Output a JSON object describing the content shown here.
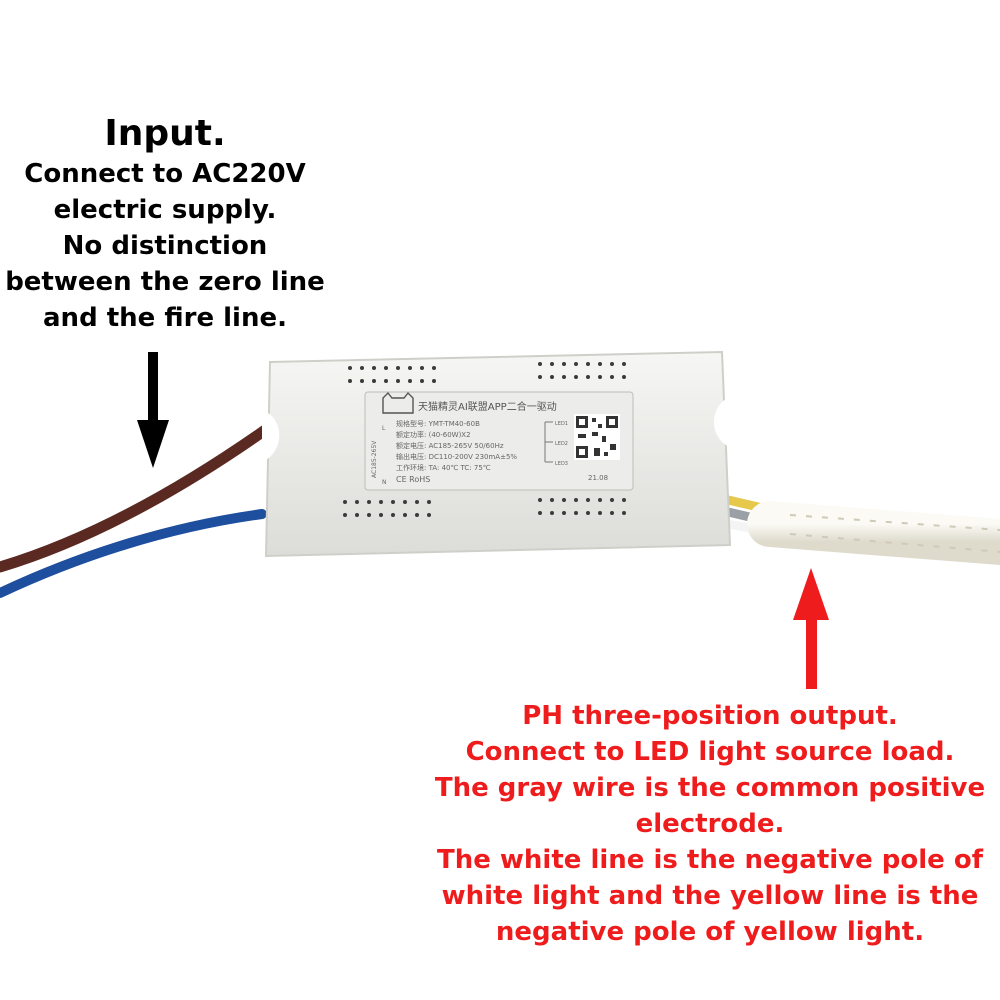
{
  "input_caption": {
    "title": "Input.",
    "lines": [
      "Connect to AC220V",
      "electric supply.",
      "No distinction",
      "between the zero line",
      "and the fire line."
    ]
  },
  "output_caption": {
    "lines": [
      "PH three-position output.",
      "Connect to LED light source load.",
      "The gray wire is the common positive",
      "electrode.",
      "The white line is the negative pole of",
      "white light and the yellow line is the",
      "negative pole of yellow light."
    ]
  },
  "label": {
    "brand_line": "天猫精灵AI联盟APP二合一驱动",
    "model_line": "规格型号: YMT-TM40-60B",
    "power_line": "额定功率: (40-60W)X2",
    "voltage_in_line": "额定电压: AC185-265V 50/60Hz",
    "voltage_out_line": "输出电压: DC110-200V 230mA±5%",
    "env_line": "工作环境: TA: 40℃  TC: 75℃",
    "cert_line": "CE  RoHS",
    "date_code": "21.08",
    "input_side": "AC185-265V",
    "terminal_l": "L",
    "terminal_n": "N",
    "out_1": "LED1",
    "out_2": "LED2",
    "out_3": "LED3"
  },
  "colors": {
    "input_text": "#000000",
    "output_text": "#ee1c1c",
    "brown_wire": "#5a2a22",
    "blue_wire": "#1e4e9e",
    "yellow_wire": "#e6c84a",
    "gray_wire": "#9aa0a6",
    "sleeve": "#f1efe6"
  }
}
